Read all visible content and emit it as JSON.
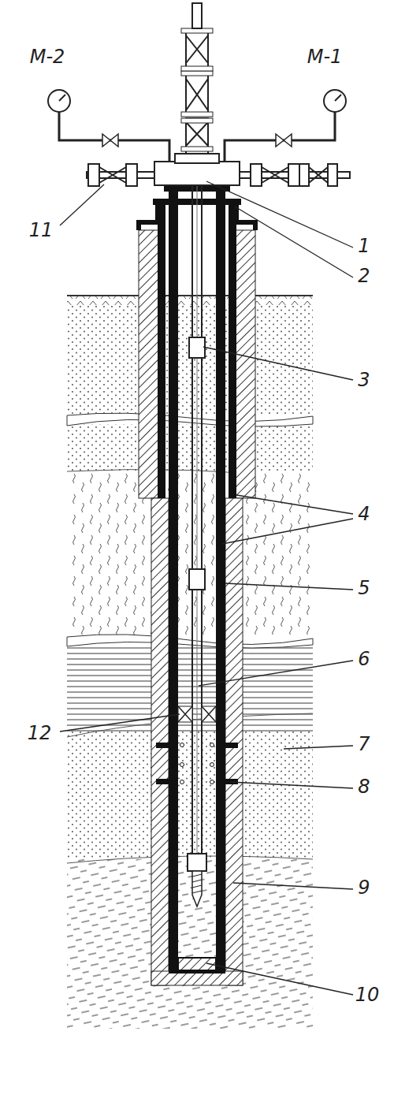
{
  "diagram": {
    "labels": [
      "M-2",
      "M-1",
      "11",
      "1",
      "2",
      "3",
      "4",
      "5",
      "6",
      "12",
      "7",
      "8",
      "9",
      "10"
    ]
  }
}
